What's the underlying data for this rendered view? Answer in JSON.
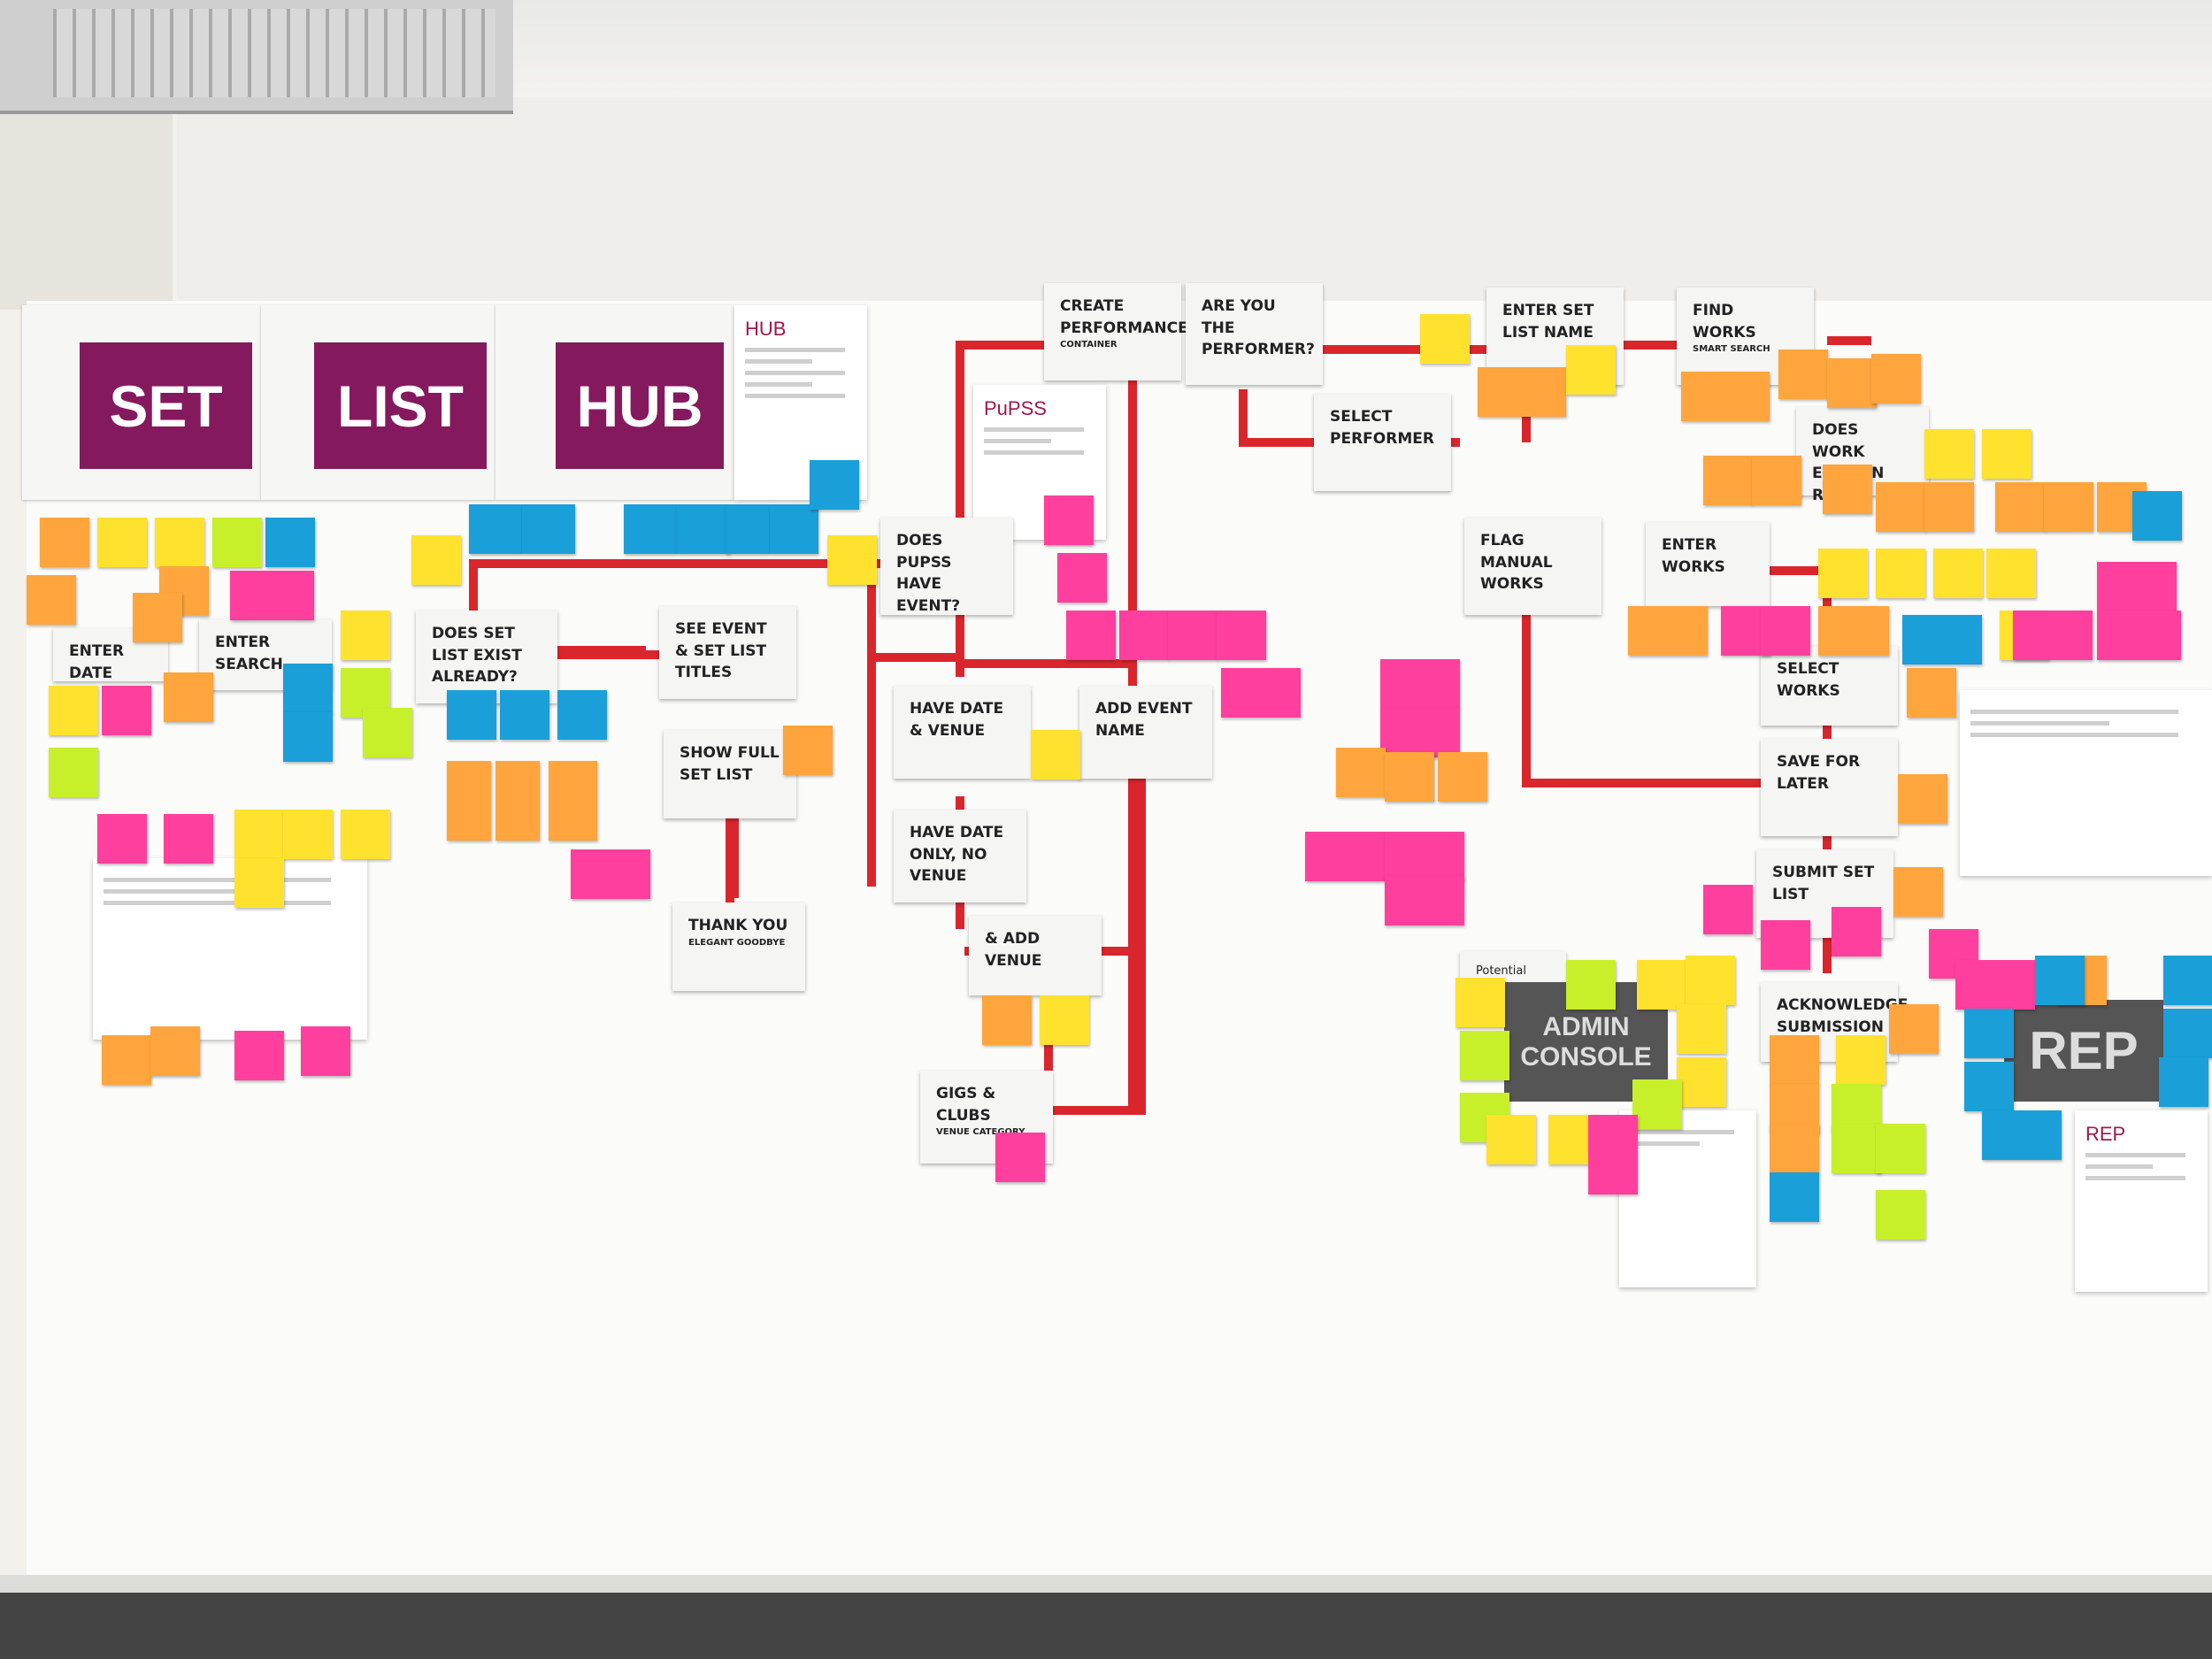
{
  "banner": {
    "word1": "SET",
    "word2": "LIST",
    "word3": "HUB",
    "color": "#85195e"
  },
  "docs": {
    "hub_title": "HUB",
    "pupss_title": "PuPSS",
    "rep_title": "REP"
  },
  "cards": {
    "enter_date": "ENTER DATE",
    "enter_search": "ENTER SEARCH",
    "does_set_list": "DOES SET LIST EXIST ALREADY?",
    "see_event": "SEE EVENT & SET LIST TITLES",
    "show_full": "SHOW FULL SET LIST",
    "thank_you": "THANK YOU",
    "thank_you_sub": "ELEGANT GOODBYE",
    "does_pupss": "DOES PUPSS HAVE EVENT?",
    "create_performance": "CREATE PERFORMANCE",
    "create_performance_sub": "CONTAINER",
    "are_you_performer": "ARE YOU THE PERFORMER?",
    "select_performer": "SELECT PERFORMER",
    "have_date_venue": "HAVE DATE & VENUE",
    "add_event_name": "ADD EVENT NAME",
    "have_date_only": "HAVE DATE ONLY, NO VENUE",
    "add_venue": "& ADD VENUE",
    "gigs_clubs": "GIGS & CLUBS",
    "gigs_clubs_sub": "VENUE CATEGORY",
    "enter_set_list_name": "ENTER SET LIST NAME",
    "flag_manual": "FLAG MANUAL WORKS",
    "enter_works": "ENTER WORKS",
    "find_works": "FIND WORKS",
    "find_works_sub": "SMART SEARCH",
    "does_work_exist": "DOES WORK EXIST IN REP",
    "select_works": "SELECT WORKS",
    "save_for_later": "SAVE FOR LATER",
    "submit_set_list": "SUBMIT SET LIST",
    "acknowledge": "ACKNOWLEDGE SUBMISSION"
  },
  "panels": {
    "admin": "ADMIN CONSOLE",
    "rep": "REP",
    "potential_flags": "Potential flags"
  },
  "colors": {
    "line": "#d9262c",
    "yellow": "#ffe22e",
    "orange": "#ffa53d",
    "pink": "#ff3f9e",
    "blue": "#1a9fd8",
    "green": "#c8f02a"
  }
}
